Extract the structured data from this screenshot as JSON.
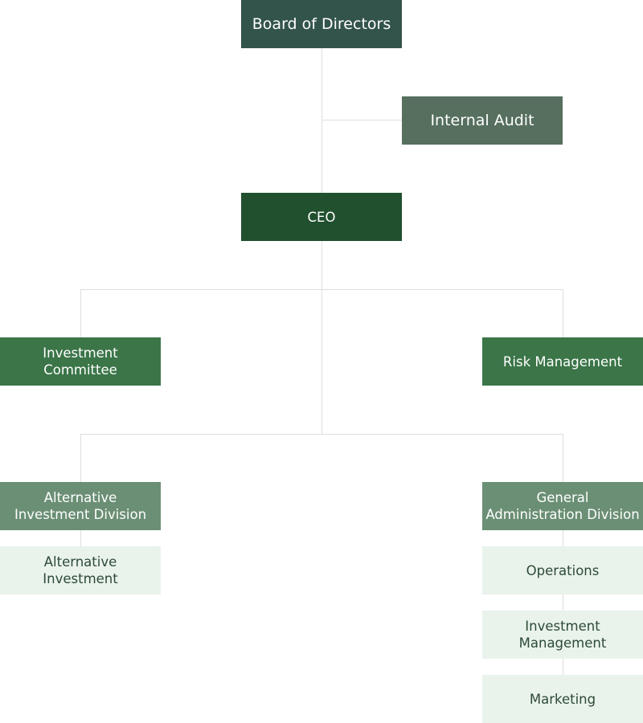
{
  "org_chart": {
    "board": "Board of Directors",
    "internal_audit": "Internal Audit",
    "ceo": "CEO",
    "investment_committee": "Investment\nCommittee",
    "risk_management": "Risk Management",
    "alternative_division": {
      "title": "Alternative\nInvestment Division",
      "units": [
        "Alternative\nInvestment"
      ]
    },
    "general_division": {
      "title": "General\nAdministration Division",
      "units": [
        "Operations",
        "Investment\nManagement",
        "Marketing"
      ]
    }
  },
  "colors": {
    "board": "#33544b",
    "internal_audit": "#566f5e",
    "ceo": "#21502e",
    "committee": "#3b7548",
    "division": "#6b8f75",
    "unit": "#e9f3ec",
    "connector": "#dedede"
  }
}
